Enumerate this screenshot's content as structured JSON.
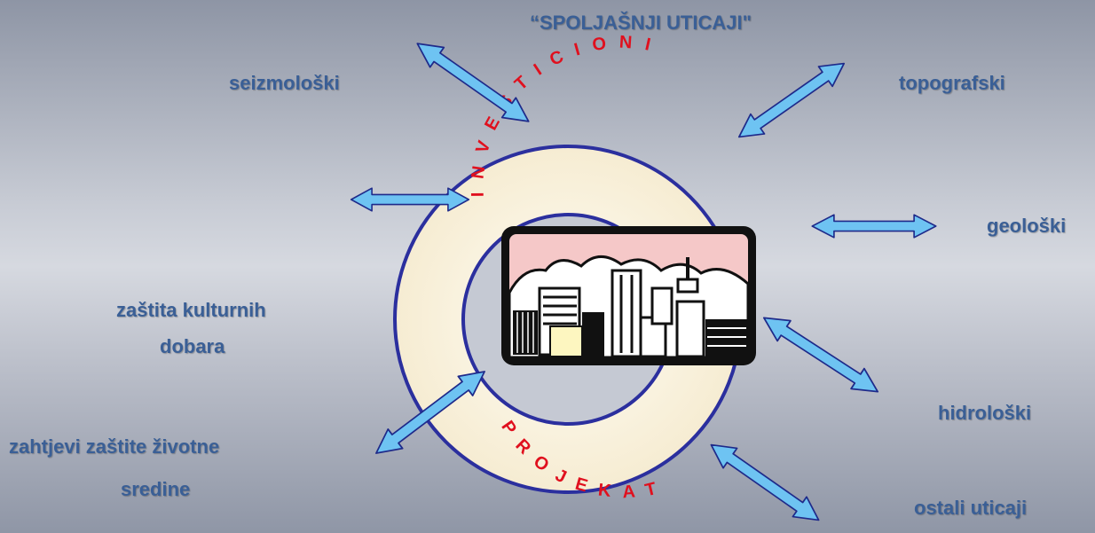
{
  "title": "“SPOLJAŠNJI UTICAJI\"",
  "ring_top_text": "INVESTICIONI",
  "ring_bottom_text": "PROJEKAT",
  "influences": {
    "seizmoloski": "seizmološki",
    "topografski": "topografski",
    "geoloski": "geološki",
    "kulturna_line1": "zaštita kulturnih",
    "kulturna_line2": "dobara",
    "hidroloski": "hidrološki",
    "okolina_line1": "zahtjevi zaštite životne",
    "okolina_line2": "sredine",
    "ostali": "ostali uticaji"
  },
  "colors": {
    "label": "#3a5f96",
    "ring_fill": "#fbf3de",
    "ring_stroke": "#2b2f9e",
    "ring_text": "#e0101e",
    "arrow_fill": "#6ec3f2",
    "arrow_stroke": "#1e2a8a",
    "sky": "#f5c8c8"
  },
  "icons": [
    "double-arrow-icon",
    "city-skyline-icon"
  ]
}
